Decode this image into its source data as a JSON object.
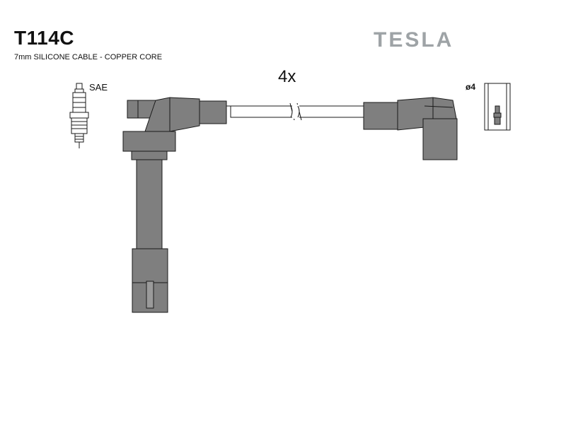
{
  "header": {
    "part_number": "T114C",
    "cable_spec": "7mm SILICONE CABLE - COPPER CORE",
    "brand": "TESLA"
  },
  "diagram": {
    "quantity": "4x",
    "plug_standard": "SAE",
    "terminal_diameter": "ø4"
  },
  "colors": {
    "part_fill": "#7f7f7f",
    "outline": "#1a1a1a",
    "brand": "#9ea3a6"
  },
  "icons": [
    "spark-plug-icon",
    "coil-boot-icon",
    "cable-icon",
    "distributor-boot-icon",
    "terminal-icon"
  ]
}
